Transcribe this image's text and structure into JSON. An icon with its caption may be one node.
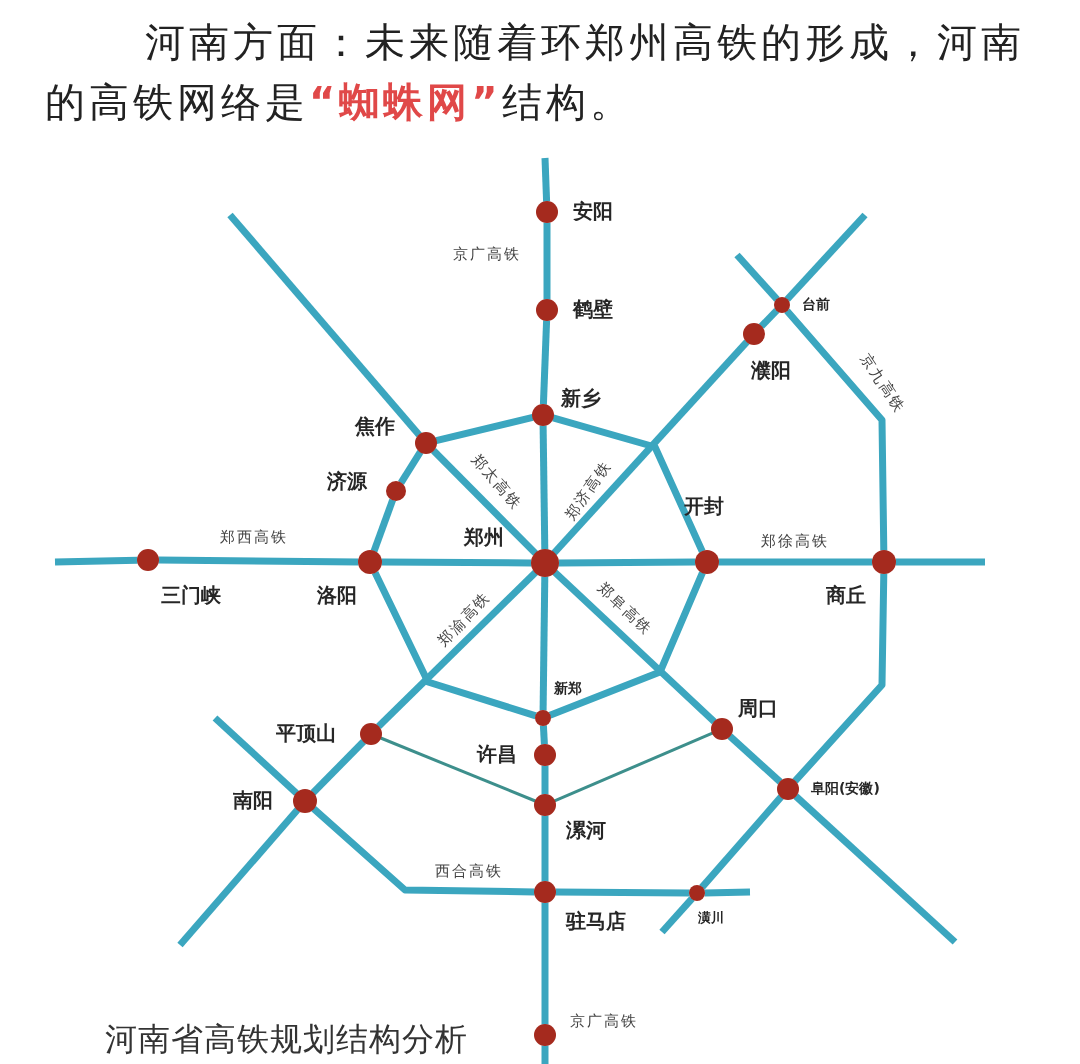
{
  "diagram": {
    "title": "河南方面：未来随着环郑州高铁的形成，河南的高铁网络是**“蜘蛛网”**结构。",
    "caption": "河南省高铁规划结构分析",
    "nodes": [
      {
        "text": [
          "安阳"
        ]
      },
      {
        "text": [
          "鹤壁"
        ]
      },
      {
        "text": [
          "新乡"
        ]
      },
      {
        "text": [
          "焦作"
        ]
      },
      {
        "text": [
          "济源"
        ]
      },
      {
        "text": [
          "郑州"
        ]
      },
      {
        "text": [
          "洛阳"
        ]
      },
      {
        "text": [
          "三门峡"
        ]
      },
      {
        "text": [
          "开封"
        ]
      },
      {
        "text": [
          "商丘"
        ]
      },
      {
        "text": [
          "濮阳"
        ]
      },
      {
        "text": [
          "台前"
        ]
      },
      {
        "text": [
          "新郑"
        ]
      },
      {
        "text": [
          "许昌"
        ]
      },
      {
        "text": [
          "漯河"
        ]
      },
      {
        "text": [
          "平顶山"
        ]
      },
      {
        "text": [
          "南阳"
        ]
      },
      {
        "text": [
          "周口"
        ]
      },
      {
        "text": [
          "阜阳(安徽)"
        ]
      },
      {
        "text": [
          "驻马店"
        ]
      },
      {
        "text": [
          "潢川"
        ]
      },
      {
        "text": [],
        "shape": "circle"
      }
    ],
    "edges": [
      {
        "from": null,
        "to": 0,
        "arrow": "none"
      },
      {
        "from": 0,
        "to": 1,
        "arrow": "none",
        "label": "京广高铁"
      },
      {
        "from": 1,
        "to": 2,
        "arrow": "none"
      },
      {
        "from": 2,
        "to": 5,
        "arrow": "none"
      },
      {
        "from": 5,
        "to": 12,
        "arrow": "none"
      },
      {
        "from": 12,
        "to": 13,
        "arrow": "none"
      },
      {
        "from": 13,
        "to": 14,
        "arrow": "none"
      },
      {
        "from": 14,
        "to": 19,
        "arrow": "none"
      },
      {
        "from": 19,
        "to": 21,
        "arrow": "none",
        "label": "京广高铁"
      },
      {
        "from": 21,
        "to": null,
        "arrow": "none"
      },
      {
        "from": null,
        "to": 3,
        "arrow": "none"
      },
      {
        "from": 3,
        "to": 5,
        "arrow": "none",
        "label": "郑太高铁"
      },
      {
        "from": 3,
        "to": 2,
        "arrow": "none"
      },
      {
        "from": 2,
        "to": 8,
        "arrow": "none"
      },
      {
        "from": 8,
        "to": 12,
        "arrow": "none"
      },
      {
        "from": 12,
        "to": 6,
        "arrow": "none"
      },
      {
        "from": 6,
        "to": 4,
        "arrow": "none"
      },
      {
        "from": 4,
        "to": 3,
        "arrow": "none"
      },
      {
        "from": 5,
        "to": 10,
        "arrow": "none",
        "label": "郑济高铁"
      },
      {
        "from": 10,
        "to": 11,
        "arrow": "none"
      },
      {
        "from": 11,
        "to": null,
        "arrow": "none"
      },
      {
        "from": null,
        "to": 11,
        "arrow": "none"
      },
      {
        "from": 11,
        "to": 9,
        "arrow": "none",
        "label": "京九高铁"
      },
      {
        "from": 9,
        "to": 18,
        "arrow": "none"
      },
      {
        "from": 18,
        "to": 20,
        "arrow": "none"
      },
      {
        "from": 20,
        "to": null,
        "arrow": "none"
      },
      {
        "from": null,
        "to": 7,
        "arrow": "none"
      },
      {
        "from": 7,
        "to": 6,
        "arrow": "none",
        "label": "郑西高铁"
      },
      {
        "from": 6,
        "to": 5,
        "arrow": "none"
      },
      {
        "from": 5,
        "to": 8,
        "arrow": "none"
      },
      {
        "from": 8,
        "to": 9,
        "arrow": "none",
        "label": "郑徐高铁"
      },
      {
        "from": 9,
        "to": null,
        "arrow": "none"
      },
      {
        "from": 5,
        "to": 17,
        "arrow": "none",
        "label": "郑阜高铁"
      },
      {
        "from": 17,
        "to": 18,
        "arrow": "none"
      },
      {
        "from": 18,
        "to": null,
        "arrow": "none"
      },
      {
        "from": 5,
        "to": 15,
        "arrow": "none",
        "label": "郑渝高铁"
      },
      {
        "from": 15,
        "to": 16,
        "arrow": "none"
      },
      {
        "from": 16,
        "to": null,
        "arrow": "none"
      },
      {
        "from": 15,
        "to": 14,
        "arrow": "none",
        "color": "#3d8f8c"
      },
      {
        "from": 14,
        "to": 17,
        "arrow": "none",
        "color": "#3d8f8c"
      },
      {
        "from": null,
        "to": 16,
        "arrow": "none"
      },
      {
        "from": 16,
        "to": 19,
        "arrow": "none",
        "label": "西合高铁"
      },
      {
        "from": 19,
        "to": 20,
        "arrow": "none"
      },
      {
        "from": 20,
        "to": null,
        "arrow": "none"
      }
    ]
  }
}
